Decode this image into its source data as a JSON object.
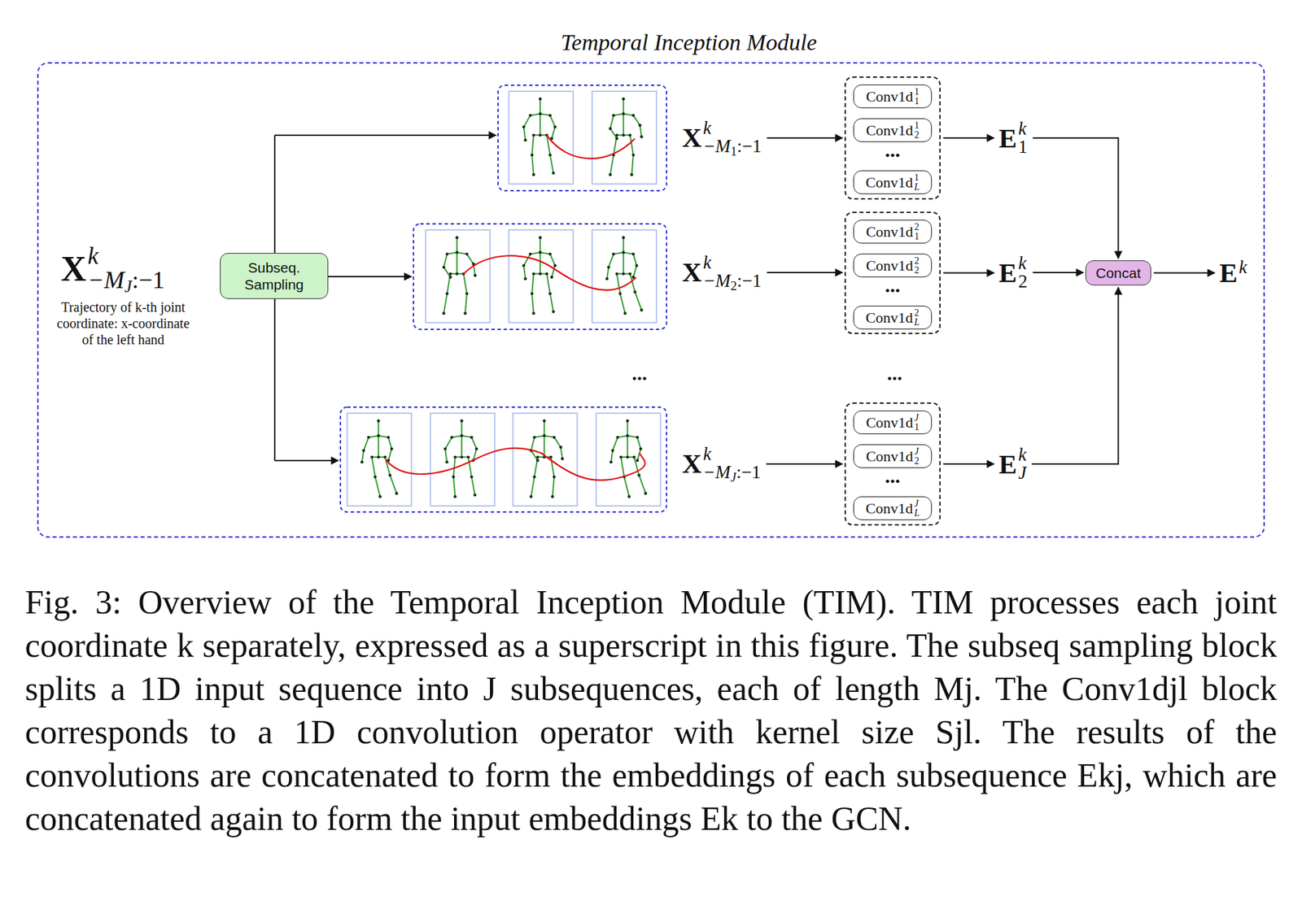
{
  "diagram": {
    "caption": "Fig. 3: Overview of the Temporal Inception Module (TIM). TIM processes each joint coordinate k separately, expressed as a superscript in this figure. The subseq sampling block splits a 1D input sequence into J subsequences, each of length Mj. The Conv1djl block corresponds to a 1D convolution operator with kernel size Sjl. The results of the convolutions are concatenated to form the embeddings of each subsequence Ekj, which are concatenated again to form the input embeddings Ek to the GCN.",
    "nodes": [
      {
        "text": [
          "Temporal Inception Module"
        ]
      },
      {
        "text": [
          "X",
          "k",
          "−M",
          "J",
          ":−1",
          "Trajectory of k-th joint coordinate: x-coordinate of the left hand"
        ],
        "in": 0
      },
      {
        "text": [
          "Subseq. Sampling"
        ],
        "in": 0
      },
      {
        "text": [
          "X",
          "k",
          "−M",
          "1",
          ":−1"
        ],
        "in": 0
      },
      {
        "text": [
          "..."
        ],
        "in": 0
      },
      {
        "text": [
          "Conv1d",
          "1",
          "1"
        ],
        "in": 4
      },
      {
        "text": [
          "Conv1d",
          "1",
          "2"
        ],
        "in": 4
      },
      {
        "text": [
          "Conv1d",
          "1",
          "L"
        ],
        "in": 4
      },
      {
        "text": [
          "E",
          "k",
          "1"
        ],
        "in": 0
      },
      {
        "text": [
          "X",
          "k",
          "−M",
          "2",
          ":−1"
        ],
        "in": 0
      },
      {
        "text": [
          "..."
        ],
        "in": 0
      },
      {
        "text": [
          "Conv1d",
          "2",
          "1"
        ],
        "in": 10
      },
      {
        "text": [
          "Conv1d",
          "2",
          "2"
        ],
        "in": 10
      },
      {
        "text": [
          "Conv1d",
          "2",
          "L"
        ],
        "in": 10
      },
      {
        "text": [
          "E",
          "k",
          "2"
        ],
        "in": 0
      },
      {
        "text": [
          "Concat"
        ],
        "in": 0
      },
      {
        "text": [
          "E",
          "k"
        ],
        "in": 0
      },
      {
        "text": [
          "X",
          "k",
          "−M",
          "J",
          ":−1"
        ],
        "in": 0
      },
      {
        "text": [
          "..."
        ],
        "in": 0
      },
      {
        "text": [
          "Conv1d",
          "J",
          "1"
        ],
        "in": 18
      },
      {
        "text": [
          "Conv1d",
          "J",
          "2"
        ],
        "in": 18
      },
      {
        "text": [
          "Conv1d",
          "J",
          "L"
        ],
        "in": 18
      },
      {
        "text": [
          "E",
          "k",
          "J"
        ],
        "in": 0
      }
    ],
    "edges": [
      {
        "from": 3,
        "to": 4,
        "arrow": "to"
      },
      {
        "from": 4,
        "to": 8,
        "arrow": "to"
      },
      {
        "from": 8,
        "to": 15,
        "arrow": "to"
      },
      {
        "from": 9,
        "to": 10,
        "arrow": "to"
      },
      {
        "from": 10,
        "to": 14,
        "arrow": "to"
      },
      {
        "from": 14,
        "to": 15,
        "arrow": "to"
      },
      {
        "from": 15,
        "to": 16,
        "arrow": "to"
      },
      {
        "from": 17,
        "to": 18,
        "arrow": "to"
      },
      {
        "from": 18,
        "to": 22,
        "arrow": "to"
      },
      {
        "from": 22,
        "to": 15,
        "arrow": "to"
      }
    ],
    "labels": [
      "...",
      "..."
    ]
  }
}
